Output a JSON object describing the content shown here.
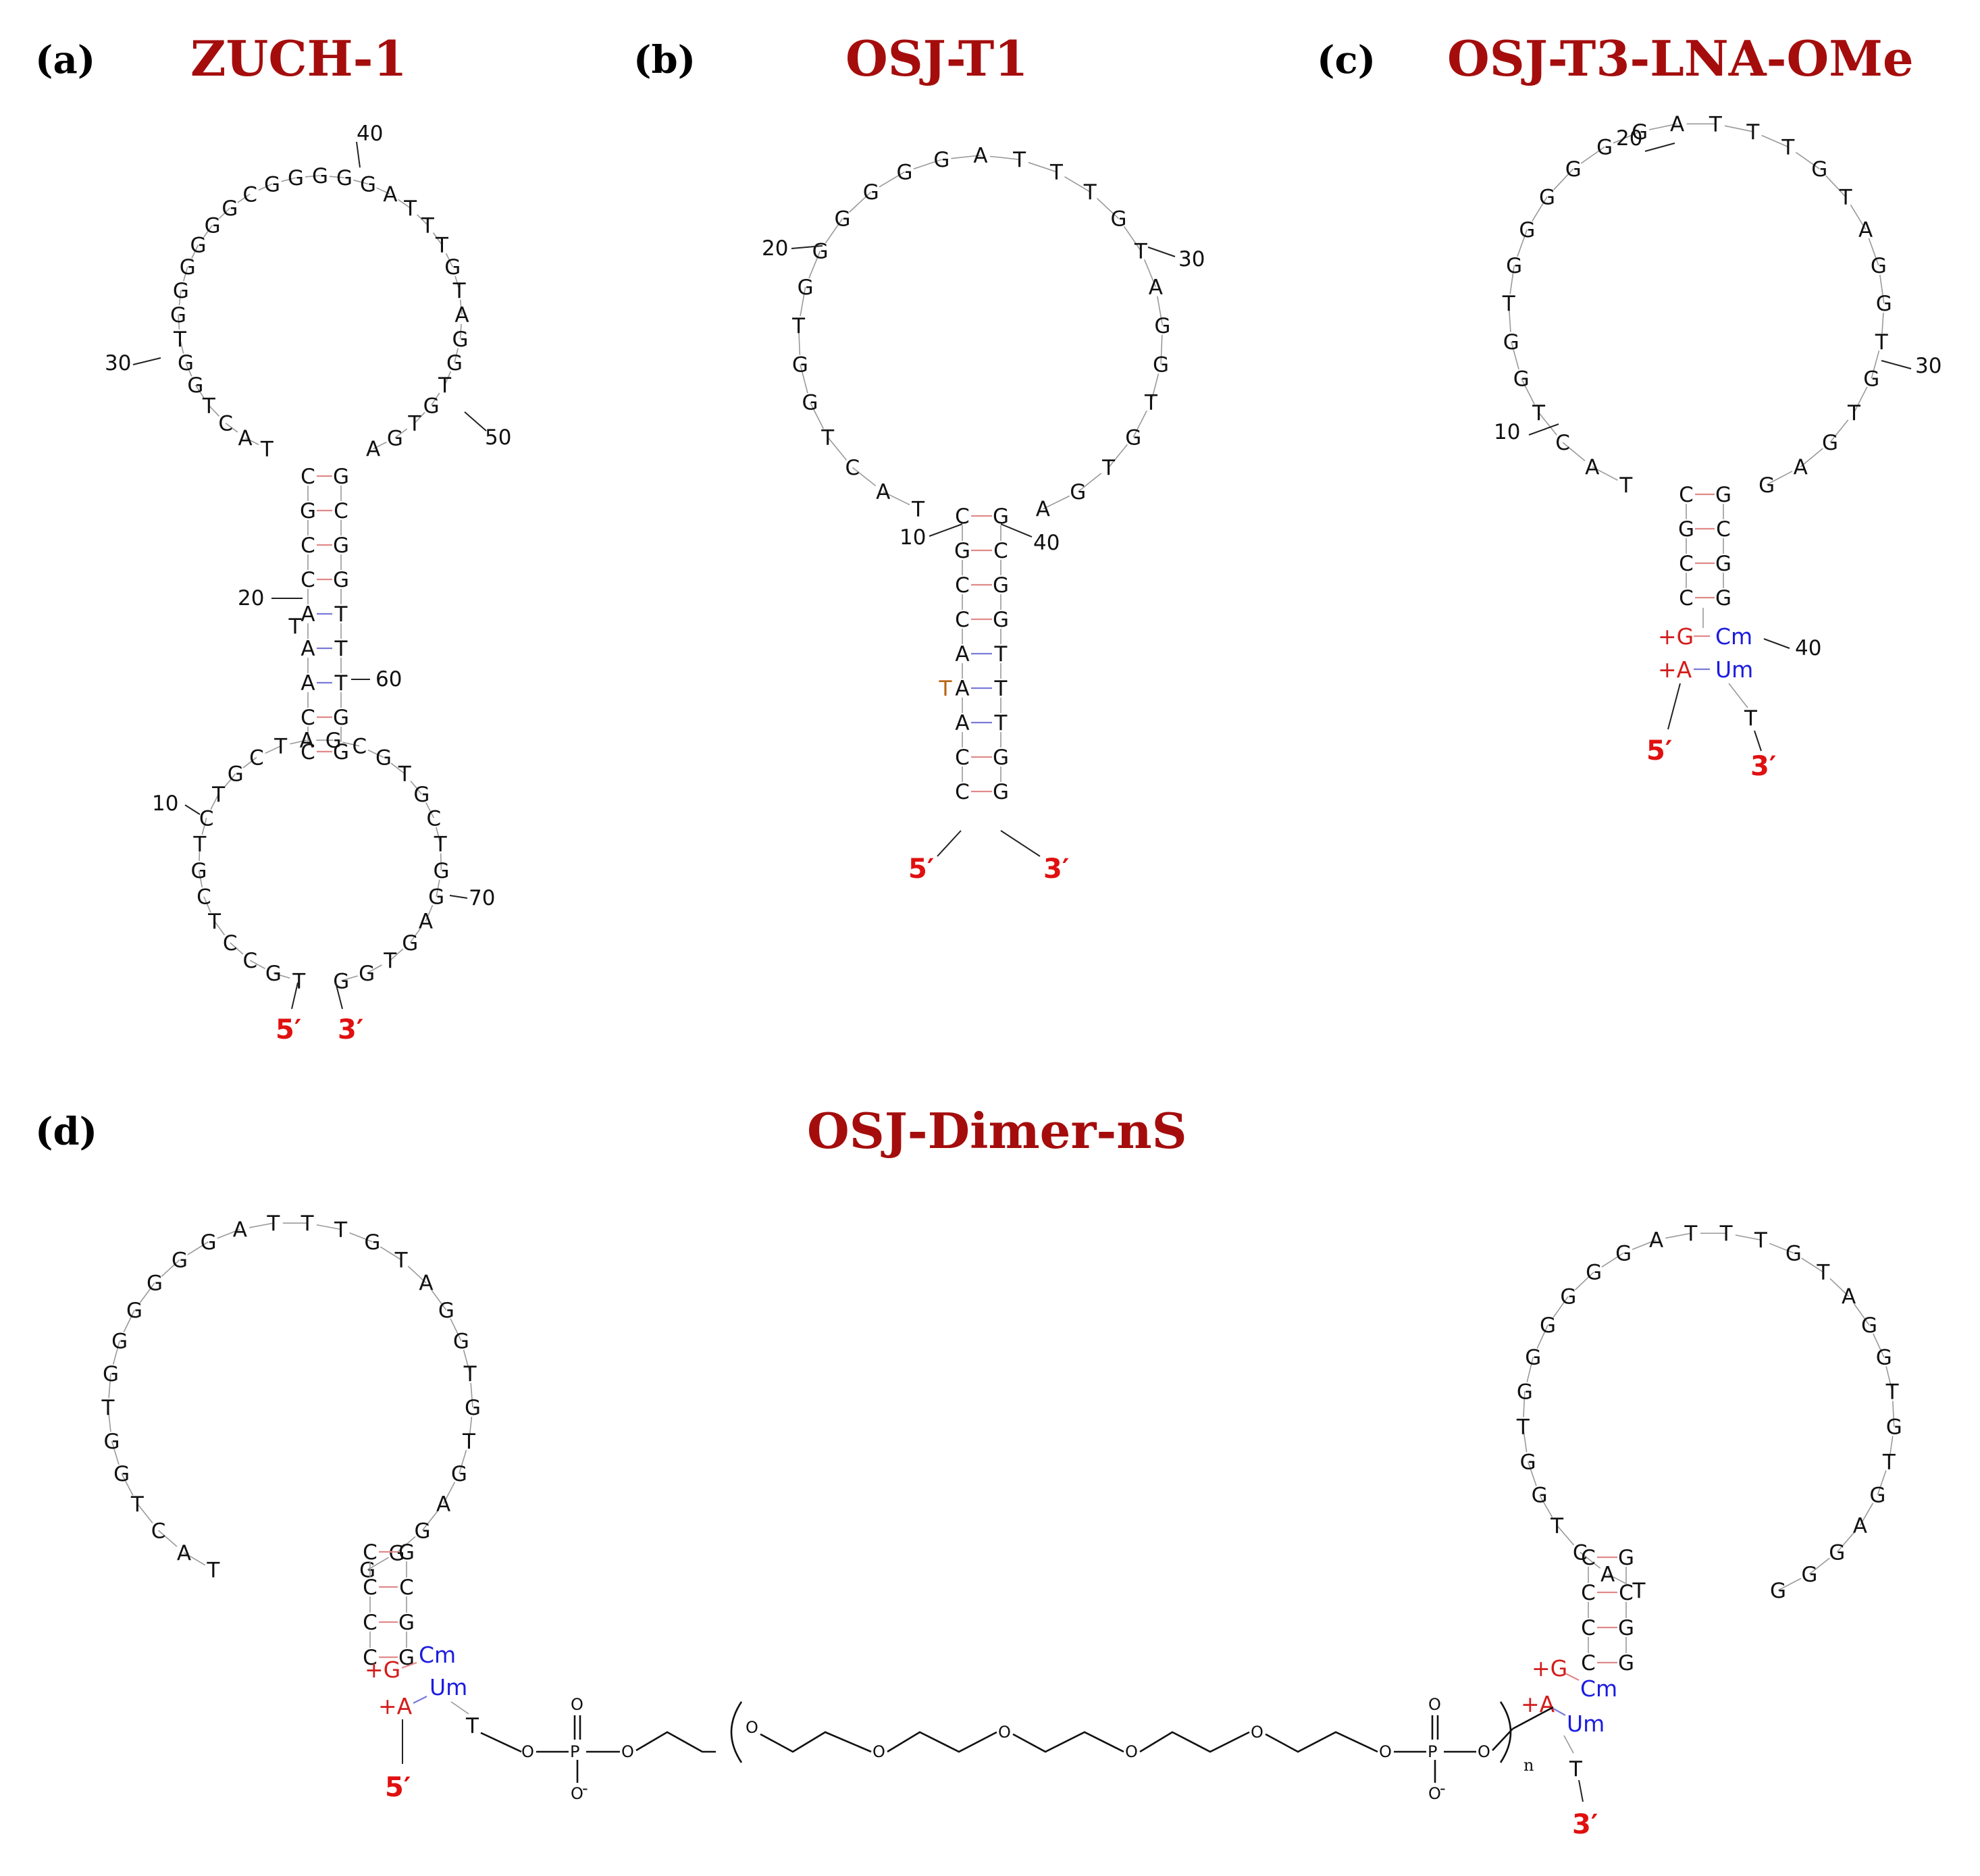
{
  "panels": [
    {
      "id": "a",
      "label": "(a)",
      "title": "ZUCH-1",
      "numbers": [
        "40",
        "30",
        "50",
        "20",
        "60",
        "10",
        "70"
      ],
      "ends": {
        "five": "5′",
        "three": "3′"
      }
    },
    {
      "id": "b",
      "label": "(b)",
      "title": "OSJ-T1",
      "numbers": [
        "20",
        "30",
        "10",
        "40"
      ],
      "ends": {
        "five": "5′",
        "three": "3′"
      }
    },
    {
      "id": "c",
      "label": "(c)",
      "title": "OSJ-T3-LNA-OMe",
      "numbers": [
        "20",
        "30",
        "10",
        "40"
      ],
      "mods": {
        "g": "+G",
        "a": "+A",
        "cm": "Cm",
        "um": "Um",
        "t": "T"
      },
      "ends": {
        "five": "5′",
        "three": "3′"
      }
    },
    {
      "id": "d",
      "label": "(d)",
      "title": "OSJ-Dimer-nS",
      "mods": {
        "g": "+G",
        "a": "+A",
        "cm": "Cm",
        "um": "Um",
        "t": "T"
      },
      "ends": {
        "five": "5′",
        "three": "3′"
      },
      "linker": {
        "oxygen": "O",
        "phosphorus": "P",
        "minus": "-",
        "repeat": "n"
      }
    }
  ],
  "sequences": {
    "a_top_loop": [
      "T",
      "A",
      "C",
      "T",
      "G",
      "G",
      "T",
      "G",
      "G",
      "G",
      "G",
      "G",
      "G",
      "C",
      "G",
      "G",
      "G",
      "G",
      "G",
      "A",
      "T",
      "T",
      "T",
      "G",
      "T",
      "A",
      "G",
      "G",
      "T",
      "G",
      "T",
      "G",
      "A"
    ],
    "a_stem": [
      [
        "C",
        "G"
      ],
      [
        "G",
        "C"
      ],
      [
        "C",
        "G"
      ],
      [
        "C",
        "G"
      ],
      [
        "A",
        "T"
      ],
      [
        "A",
        "T"
      ],
      [
        "A",
        "T"
      ],
      [
        "C",
        "G"
      ],
      [
        "C",
        "G"
      ]
    ],
    "a_bulge": "T",
    "a_bottom_loop": [
      "T",
      "G",
      "C",
      "C",
      "T",
      "C",
      "G",
      "T",
      "C",
      "T",
      "G",
      "C",
      "T",
      "A",
      "G",
      "C",
      "G",
      "T",
      "G",
      "C",
      "T",
      "G",
      "G",
      "A",
      "G",
      "T",
      "G",
      "G"
    ],
    "b_loop": [
      "T",
      "A",
      "C",
      "T",
      "G",
      "G",
      "T",
      "G",
      "G",
      "G",
      "G",
      "G",
      "G",
      "A",
      "T",
      "T",
      "T",
      "G",
      "T",
      "A",
      "G",
      "G",
      "T",
      "G",
      "T",
      "G",
      "A"
    ],
    "b_stem": [
      [
        "C",
        "G"
      ],
      [
        "G",
        "C"
      ],
      [
        "C",
        "G"
      ],
      [
        "C",
        "G"
      ],
      [
        "A",
        "T"
      ],
      [
        "A",
        "T"
      ],
      [
        "A",
        "T"
      ],
      [
        "C",
        "G"
      ],
      [
        "C",
        "G"
      ]
    ],
    "b_bulge": "T",
    "c_loop": [
      "T",
      "A",
      "C",
      "T",
      "G",
      "G",
      "T",
      "G",
      "G",
      "G",
      "G",
      "G",
      "G",
      "A",
      "T",
      "T",
      "T",
      "G",
      "T",
      "A",
      "G",
      "G",
      "T",
      "G",
      "T",
      "G",
      "A",
      "G"
    ],
    "c_stem": [
      [
        "C",
        "G"
      ],
      [
        "G",
        "C"
      ],
      [
        "C",
        "G"
      ],
      [
        "C",
        "G"
      ]
    ],
    "d_loop": [
      "T",
      "A",
      "C",
      "T",
      "G",
      "G",
      "T",
      "G",
      "G",
      "G",
      "G",
      "G",
      "G",
      "A",
      "T",
      "T",
      "T",
      "G",
      "T",
      "A",
      "G",
      "G",
      "T",
      "G",
      "T",
      "G",
      "A",
      "G",
      "G",
      "G"
    ],
    "d_stem": [
      [
        "C",
        "G"
      ],
      [
        "C",
        "C"
      ],
      [
        "C",
        "G"
      ],
      [
        "C",
        "G"
      ]
    ]
  }
}
